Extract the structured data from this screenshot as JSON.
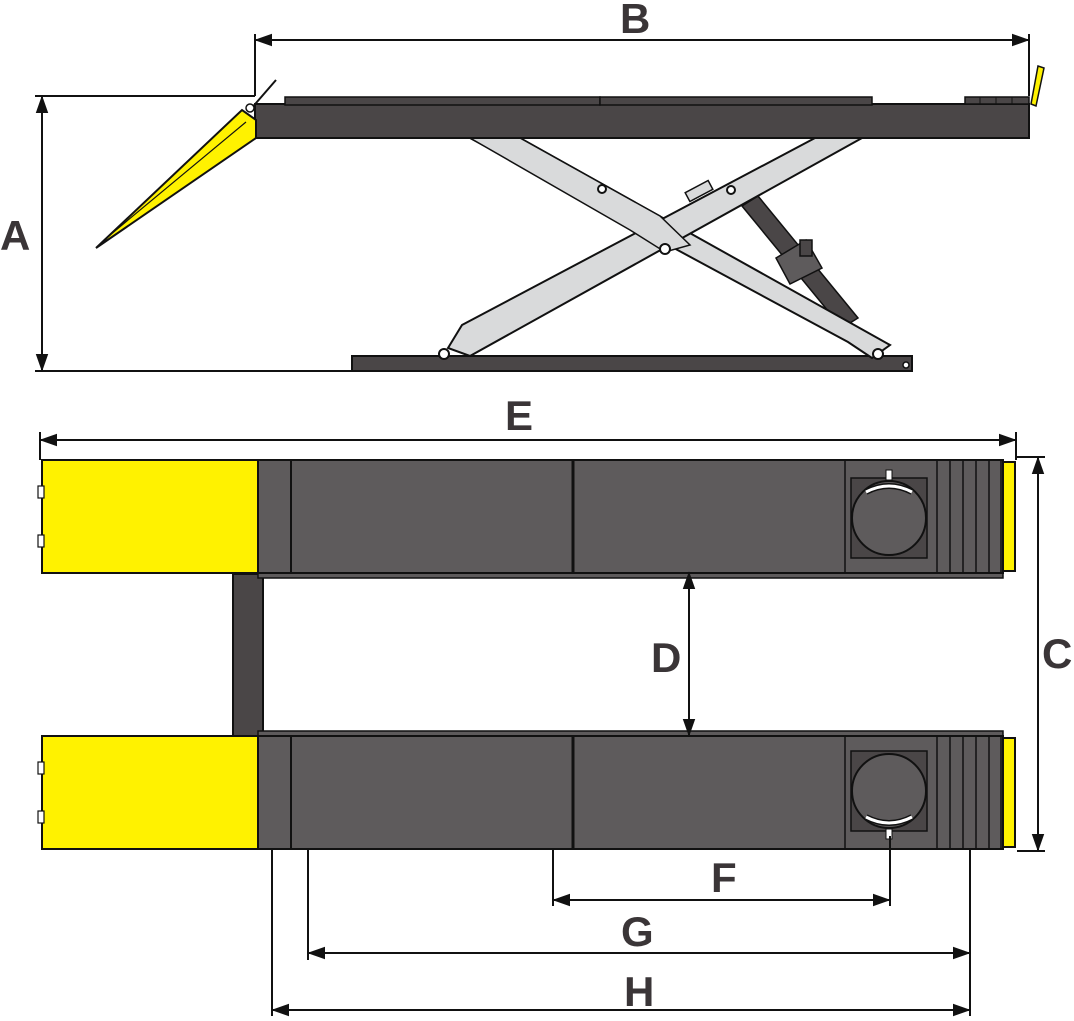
{
  "colors": {
    "platform": "#5e5b5c",
    "platform_dark": "#4a4647",
    "scissor_arm": "#d9dadb",
    "ramp": "#fff200",
    "ramp_dark": "#d8cc00",
    "outline": "#111111",
    "label": "#3a3537"
  },
  "dimensions": {
    "A": "A",
    "B": "B",
    "C": "C",
    "D": "D",
    "E": "E",
    "F": "F",
    "G": "G",
    "H": "H"
  }
}
